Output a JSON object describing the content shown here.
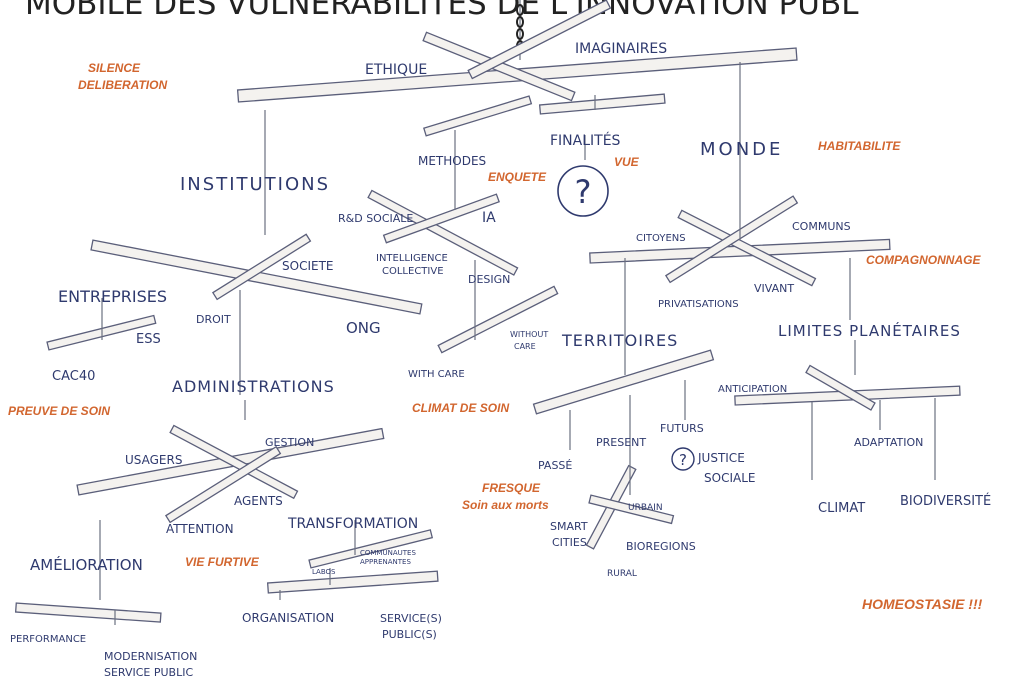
{
  "title": "MOBILE DES VULNERABILITES DE L'INNOVATION PUBL",
  "black_annotations": {
    "ethique": "ETHIQUE",
    "imaginaires": "IMAGINAIRES",
    "finalites": "FINALITÉS",
    "methodes": "METHODES",
    "monde": "MONDE",
    "institutions": "INSTITUTIONS",
    "rnd_sociale": "R&D SOCIALE",
    "ia": "IA",
    "intelligence": "INTELLIGENCE",
    "collective": "COLLECTIVE",
    "design": "DESIGN",
    "societe": "SOCIETE",
    "entreprises": "ENTREPRISES",
    "droit": "DROIT",
    "ong": "ONG",
    "ess": "ESS",
    "cac40": "CAC40",
    "with_care": "WITH CARE",
    "without": "WITHOUT",
    "care": "CARE",
    "citoyens": "CITOYENS",
    "communs": "COMMUNS",
    "privatisations": "PRIVATISATIONS",
    "vivant": "VIVANT",
    "territoires": "TERRITOIRES",
    "limites_planetaires": "LIMITES PLANÉTAIRES",
    "administrations": "ADMINISTRATIONS",
    "anticipation": "ANTICIPATION",
    "usagers": "USAGERS",
    "gestion": "GESTION",
    "agents": "AGENTS",
    "attention": "ATTENTION",
    "passe": "PASSÉ",
    "present": "PRESENT",
    "futurs": "FUTURS",
    "justice": "JUSTICE",
    "sociale": "SOCIALE",
    "adaptation": "ADAPTATION",
    "climat": "CLIMAT",
    "biodiversite": "BIODIVERSITÉ",
    "transformation": "TRANSFORMATION",
    "urbain": "URBAIN",
    "smart": "SMART",
    "cities": "CITIES",
    "bioregions": "BIOREGIONS",
    "rural": "RURAL",
    "amelioration": "AMÉLIORATION",
    "labos": "LABOS",
    "communautes": "COMMUNAUTES",
    "apprenantes": "APPRENANTES",
    "organisation": "ORGANISATION",
    "services": "SERVICE(S)",
    "publics": "PUBLIC(S)",
    "performance": "PERFORMANCE",
    "modernisation": "MODERNISATION",
    "service_public": "SERVICE PUBLIC",
    "question_mark": "?"
  },
  "red_annotations": {
    "silence": "SILENCE",
    "deliberation": "DELIBERATION",
    "habitabilite": "HABITABILITE",
    "vue": "VUE",
    "enquete": "ENQUETE",
    "compagnonnage": "COMPAGNONNAGE",
    "preuve_de_soin": "PREUVE DE SOIN",
    "climat_de_soin": "CLIMAT DE SOIN",
    "fresque": "FRESQUE",
    "soin_aux_morts": "Soin aux morts",
    "vie_furtive": "VIE FURTIVE",
    "homeostasie": "HOMEOSTASIE !!!"
  },
  "colors": {
    "ink": "#2f3a6e",
    "accent": "#d2662f",
    "rod_stroke": "#5b5f7a"
  }
}
